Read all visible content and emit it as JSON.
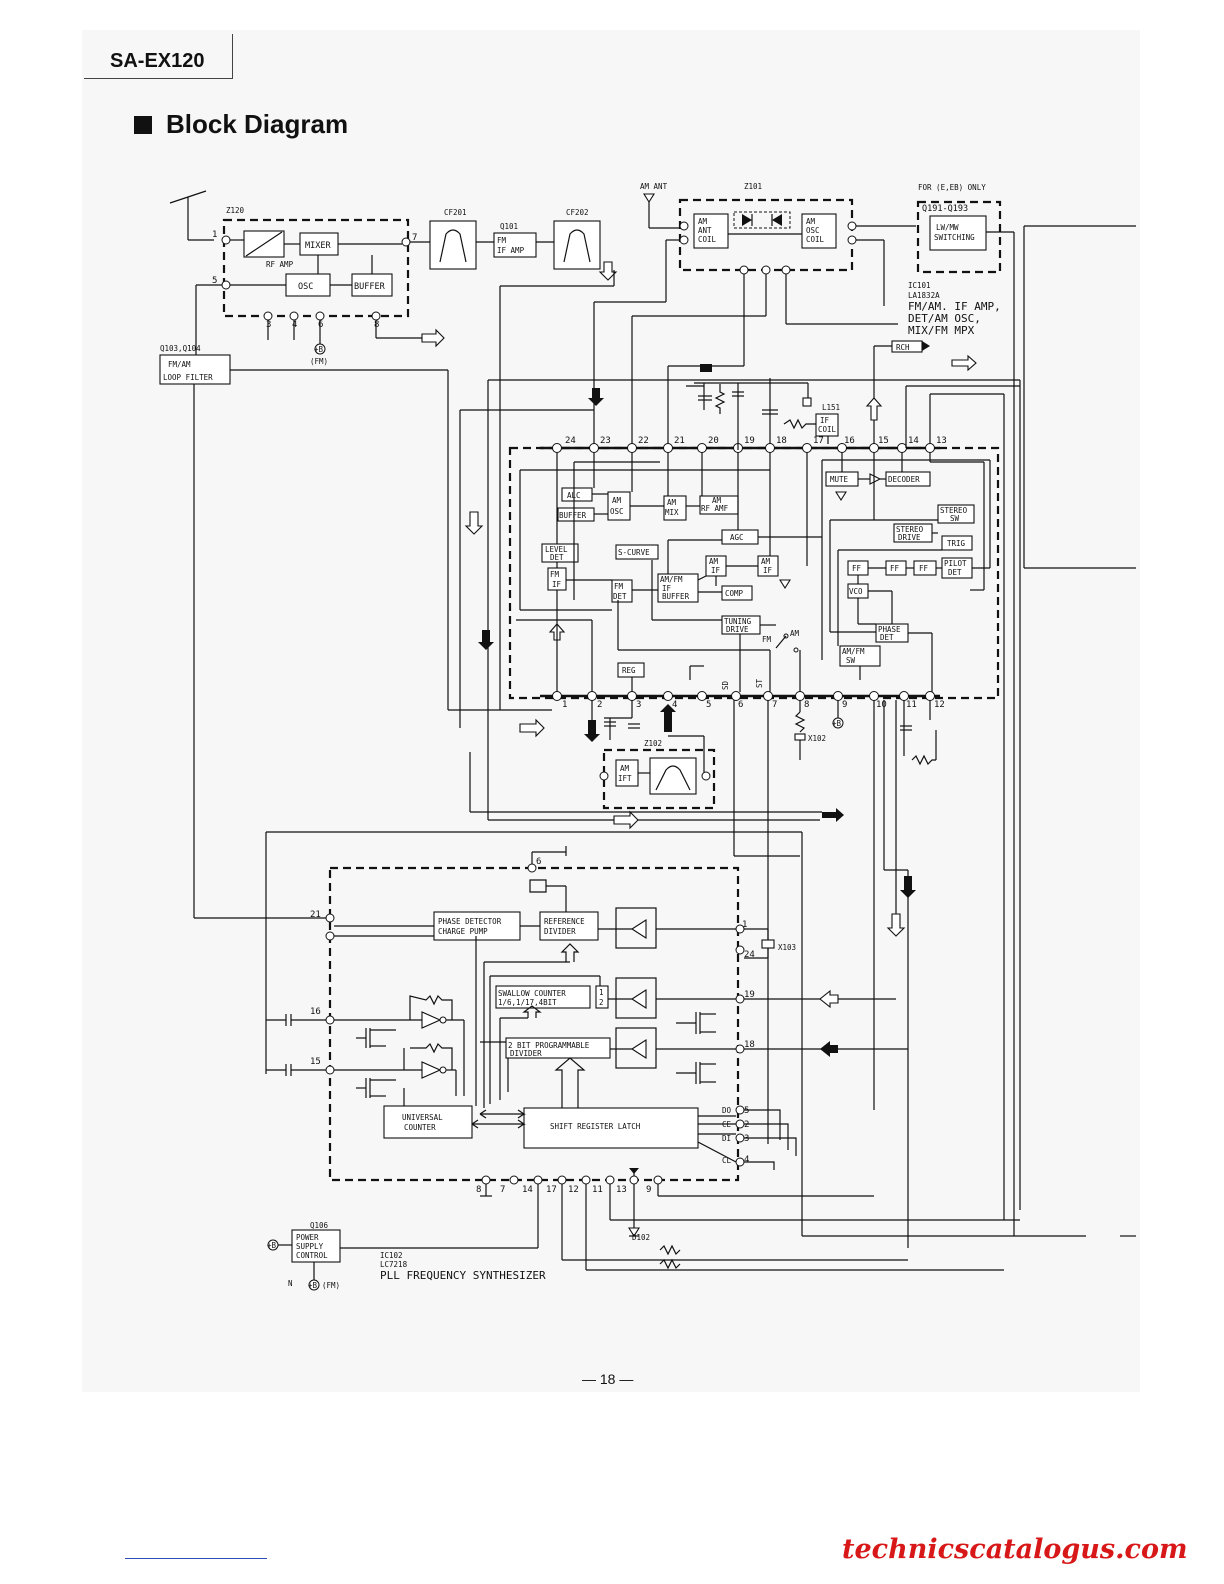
{
  "header": {
    "model": "SA-EX120",
    "title": "Block Diagram"
  },
  "labels": {
    "z120": "Z120",
    "cf201": "CF201",
    "cf202": "CF202",
    "q101": "Q101",
    "z101": "Z101",
    "am_ant": "AM ANT",
    "for_only": "FOR (E,EB) ONLY",
    "q191": "Q191-Q193",
    "lwmw": "LW/MW",
    "switching": "SWITCHING",
    "mixer": "MIXER",
    "rf_amp": "RF AMP",
    "osc": "OSC",
    "buffer_blk": "BUFFER",
    "fm": "FM",
    "if_amp": "IF AMP",
    "am": "AM",
    "ant": "ANT",
    "coil": "COIL",
    "osc2": "OSC",
    "ic101": "IC101",
    "la1832": "LA1832A",
    "ic101_d1": "FM/AM. IF AMP,",
    "ic101_d2": "DET/AM OSC,",
    "ic101_d3": "MIX/FM MPX",
    "rch": "RCH",
    "l151": "L151",
    "if": "IF",
    "coil2": "COIL",
    "q103": "Q103,Q104",
    "loop1": "FM/AM",
    "loop2": "LOOP FILTER",
    "fm_tag": "(FM)",
    "alc": "ALC",
    "buffer2": "BUFFER",
    "am_osc1": "AM",
    "am_osc2": "OSC",
    "am_mix1": "AM",
    "am_mix2": "MIX",
    "am_rf1": "AM",
    "am_rf2": "RF AMF",
    "agc": "AGC",
    "mute": "MUTE",
    "decoder": "DECODER",
    "stereo_sw1": "STEREO",
    "stereo_sw2": "SW",
    "stereo_dr1": "STEREO",
    "stereo_dr2": "DRIVE",
    "trig": "TRIG",
    "level1": "LEVEL",
    "level2": "DET",
    "scurve": "S-CURVE",
    "amif1": "AM",
    "amif2": "IF",
    "amif3": "AM",
    "amif4": "IF",
    "fmif1": "FM",
    "fmif2": "IF",
    "fmdet1": "FM",
    "fmdet2": "DET",
    "amfmif1": "AM/FM",
    "amfmif2": "IF",
    "amfmif3": "BUFFER",
    "comp": "COMP",
    "ff": "FF",
    "pilot1": "PILOT",
    "pilot2": "DET",
    "vco": "VCO",
    "phase1": "PHASE",
    "phase2": "DET",
    "tuning1": "TUNING",
    "tuning2": "DRIVE",
    "amfmsw1": "AM/FM",
    "amfmsw2": "SW",
    "reg": "REG",
    "fm_s": "FM",
    "am_s": "AM",
    "sd": "SD",
    "st": "ST",
    "x102": "X102",
    "z102": "Z102",
    "am_ift1": "AM",
    "am_ift2": "IFT",
    "phase_det": "PHASE DETECTOR",
    "charge_pump": "CHARGE PUMP",
    "ref1": "REFERENCE",
    "ref2": "DIVIDER",
    "x103": "X103",
    "swallow1": "SWALLOW COUNTER",
    "swallow2": "1/6,1/17,4BIT",
    "prog1": "2 BIT PROGRAMMABLE",
    "prog2": "DIVIDER",
    "univ1": "UNIVERSAL",
    "univ2": "COUNTER",
    "shift": "SHIFT REGISTER LATCH",
    "do": "DO",
    "ce": "CE",
    "di": "DI",
    "cl": "CL",
    "q106": "Q106",
    "psc1": "POWER",
    "psc2": "SUPPLY",
    "psc3": "CONTROL",
    "n": "N",
    "d102": "D102",
    "ic102": "IC102",
    "lc7218": "LC7218",
    "pll": "PLL FREQUENCY SYNTHESIZER",
    "plusb": "+B"
  },
  "pins_top": [
    "24",
    "23",
    "22",
    "21",
    "20",
    "19",
    "18",
    "17",
    "16",
    "15",
    "14",
    "13"
  ],
  "pins_bottom": [
    "1",
    "2",
    "3",
    "4",
    "5",
    "6",
    "7",
    "8",
    "9",
    "10",
    "11",
    "12"
  ],
  "footer": {
    "page": "— 18 —",
    "watermark": "technicscatalogus.com"
  }
}
